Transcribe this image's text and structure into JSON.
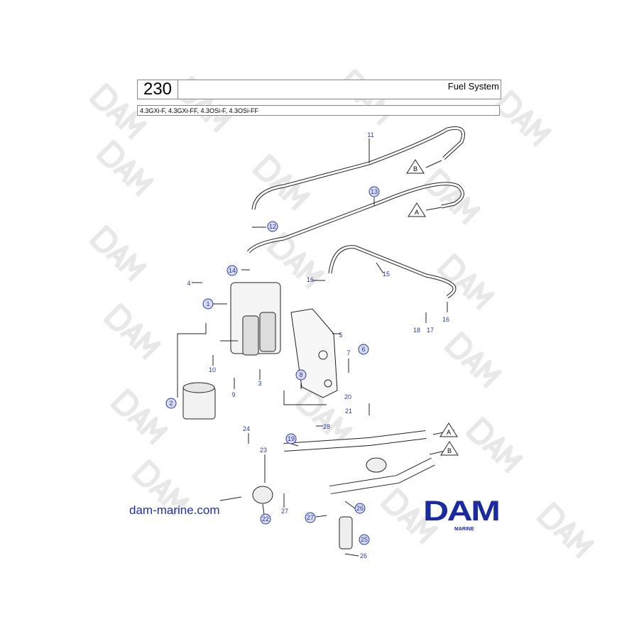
{
  "header": {
    "page_number": "230",
    "title": "Fuel System",
    "models": "4.3GXi-F, 4.3GXi-FF, 4.3OSi-F, 4.3OSi-FF"
  },
  "watermark": "DAM",
  "website": "dam-marine.com",
  "logo": {
    "name": "DAM",
    "sub": "MARINE"
  },
  "callouts": {
    "c11": "11",
    "cB1": "B",
    "c13": "13",
    "cA1": "A",
    "c12": "12",
    "c14": "14",
    "c16a": "16",
    "c15": "15",
    "c4": "4",
    "c1": "1",
    "c18": "18",
    "c17": "17",
    "c16b": "16",
    "c5": "5",
    "c7": "7",
    "c6": "6",
    "c10": "10",
    "c9": "9",
    "c3": "3",
    "c8": "8",
    "c2": "2",
    "c20": "20",
    "c21": "21",
    "c28": "28",
    "c24": "24",
    "c19": "19",
    "c23": "23",
    "cA2": "A",
    "cB2": "B",
    "c27a": "27",
    "c22": "22",
    "c26a": "26",
    "c27b": "27",
    "c25": "25",
    "c26b": "26"
  }
}
